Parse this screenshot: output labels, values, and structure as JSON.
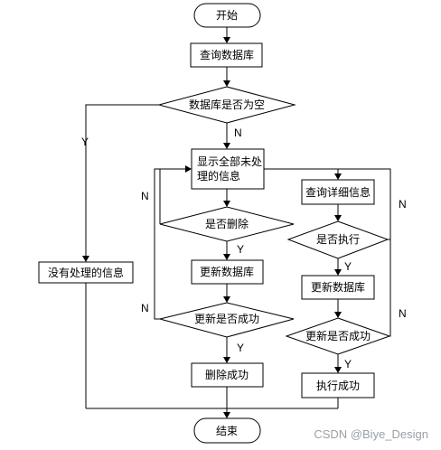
{
  "nodes": {
    "start": "开始",
    "query_db": "查询数据库",
    "db_empty": "数据库是否为空",
    "show_unprocessed_1": "显示全部未处",
    "show_unprocessed_2": "理的信息",
    "no_unprocessed": "没有处理的信息",
    "is_delete": "是否删除",
    "update_db_left": "更新数据库",
    "update_ok_left": "更新是否成功",
    "delete_ok": "删除成功",
    "query_detail": "查询详细信息",
    "is_execute": "是否执行",
    "update_db_right": "更新数据库",
    "update_ok_right": "更新是否成功",
    "execute_ok": "执行成功",
    "end": "结束"
  },
  "edge_labels": {
    "empty_no": "N",
    "empty_yes": "Y",
    "delete_no": "N",
    "delete_yes": "Y",
    "update_left_no": "N",
    "update_left_yes": "Y",
    "execute_no": "N",
    "execute_yes": "Y",
    "update_right_no": "N",
    "update_right_yes": "Y"
  },
  "watermark": "CSDN @Biye_Design"
}
